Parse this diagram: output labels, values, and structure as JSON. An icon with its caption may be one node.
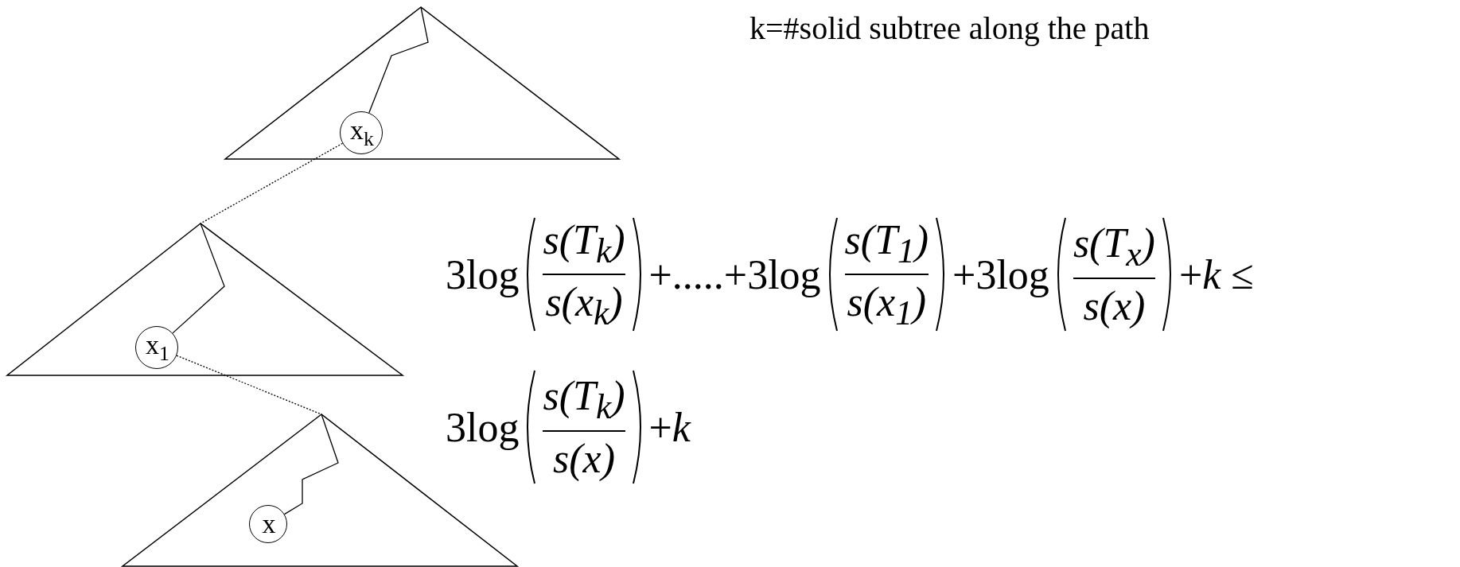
{
  "diagram": {
    "nodes": [
      {
        "text": [],
        "shape": "triangle"
      },
      {
        "text": [
          "x$_{k}$"
        ],
        "in": 0
      },
      {
        "text": [],
        "shape": "triangle"
      },
      {
        "text": [
          "x$_{1}$"
        ],
        "in": 2
      },
      {
        "text": [],
        "shape": "triangle"
      },
      {
        "text": [
          "x"
        ],
        "in": 4
      }
    ],
    "edges": [
      {
        "from": 0,
        "to": 1,
        "arrow": "none"
      },
      {
        "from": 1,
        "to": 2,
        "arrow": "none",
        "style": "dashed"
      },
      {
        "from": 2,
        "to": 3,
        "arrow": "none"
      },
      {
        "from": 3,
        "to": 4,
        "arrow": "none",
        "style": "dashed"
      },
      {
        "from": 4,
        "to": 5,
        "arrow": "none"
      }
    ],
    "labels": [
      "k=#solid subtree along the path",
      "3log",
      "s(T$_{k}$)",
      "s(x$_{k}$)",
      "+.....+3log",
      "s(T$_{1}$)",
      "s(x$_{1}$)",
      "+3log",
      "s(T$_{x}$)",
      "s(x)",
      "+*k* ≤",
      "3log",
      "s(T$_{k}$)",
      "s(x)",
      "+*k*"
    ]
  }
}
